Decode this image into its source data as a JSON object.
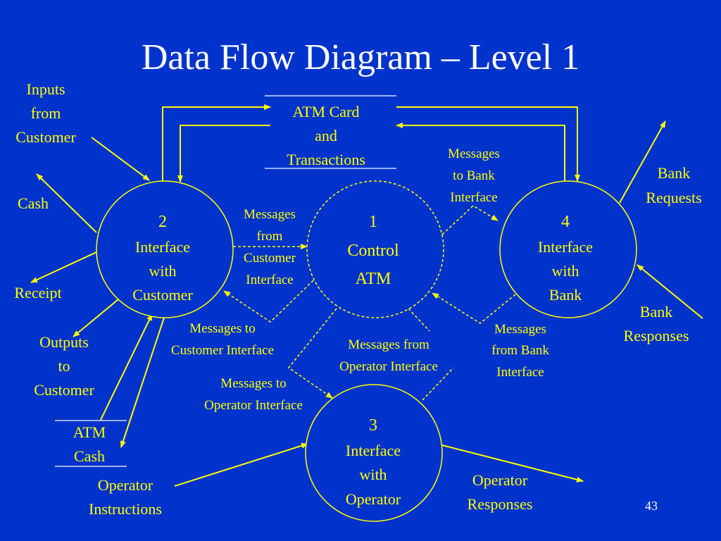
{
  "title": "Data Flow Diagram – Level 1",
  "page_number": "43",
  "processes": {
    "p1": {
      "number": "1",
      "lines": [
        "Control",
        "ATM"
      ]
    },
    "p2": {
      "number": "2",
      "lines": [
        "Interface",
        "with",
        "Customer"
      ]
    },
    "p3": {
      "number": "3",
      "lines": [
        "Interface",
        "with",
        "Operator"
      ]
    },
    "p4": {
      "number": "4",
      "lines": [
        "Interface",
        "with",
        "Bank"
      ]
    }
  },
  "stores": {
    "atm_card": {
      "lines": [
        "ATM Card",
        "and",
        "Transactions"
      ]
    },
    "atm_cash": {
      "lines": [
        "ATM",
        "Cash"
      ]
    }
  },
  "flows": {
    "inputs_from_customer": [
      "Inputs",
      "from",
      "Customer"
    ],
    "cash": [
      "Cash"
    ],
    "receipt": [
      "Receipt"
    ],
    "outputs_to_customer": [
      "Outputs",
      "to",
      "Customer"
    ],
    "operator_instructions": [
      "Operator",
      "Instructions"
    ],
    "operator_responses": [
      "Operator",
      "Responses"
    ],
    "bank_requests": [
      "Bank",
      "Requests"
    ],
    "bank_responses": [
      "Bank",
      "Responses"
    ],
    "msgs_from_customer_interface": [
      "Messages",
      "from",
      "Customer",
      "Interface"
    ],
    "msgs_to_customer_interface": [
      "Messages to",
      "Customer Interface"
    ],
    "msgs_to_bank_interface": [
      "Messages",
      "to Bank",
      "Interface"
    ],
    "msgs_from_bank_interface": [
      "Messages",
      "from Bank",
      "Interface"
    ],
    "msgs_from_operator_interface": [
      "Messages from",
      "Operator Interface"
    ],
    "msgs_to_operator_interface": [
      "Messages to",
      "Operator Interface"
    ]
  }
}
